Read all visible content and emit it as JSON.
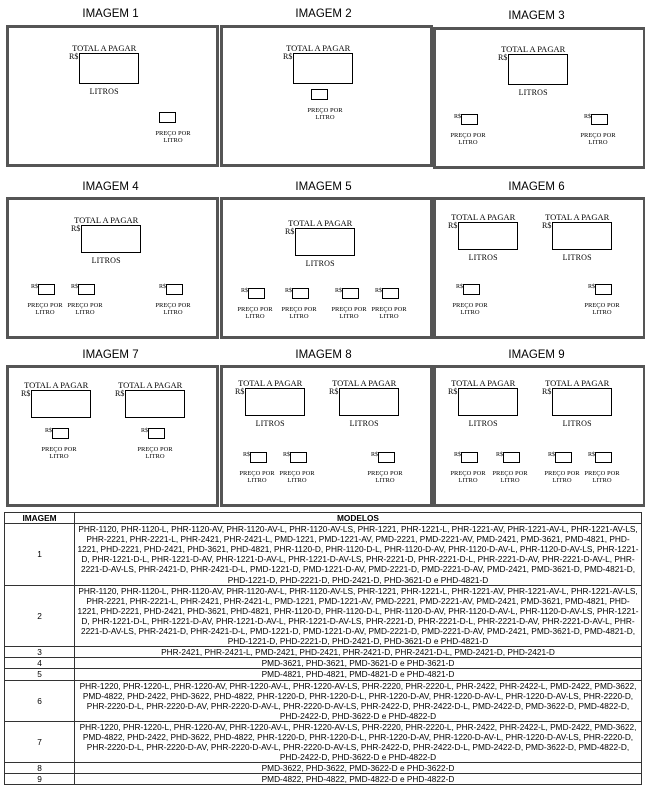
{
  "captions": [
    "IMAGEM 1",
    "IMAGEM 2",
    "IMAGEM 3",
    "IMAGEM 4",
    "IMAGEM 5",
    "IMAGEM 6",
    "IMAGEM 7",
    "IMAGEM 8",
    "IMAGEM 9"
  ],
  "labels": {
    "total": "TOTAL A PAGAR",
    "currency": "R$",
    "litros": "LITROS",
    "preco1": "PREÇO POR",
    "preco2": "LITRO"
  },
  "table": {
    "headers": [
      "IMAGEM",
      "MODELOS"
    ],
    "rows": [
      {
        "imagem": "1",
        "modelos": "PHR-1120, PHR-1120-L, PHR-1120-AV, PHR-1120-AV-L, PHR-1120-AV-LS, PHR-1221, PHR-1221-L, PHR-1221-AV, PHR-1221-AV-L, PHR-1221-AV-LS, PHR-2221, PHR-2221-L, PHR-2421, PHR-2421-L, PMD-1221, PMD-1221-AV, PMD-2221, PMD-2221-AV, PMD-2421, PMD-3621, PMD-4821, PHD-1221, PHD-2221, PHD-2421, PHD-3621, PHD-4821, PHR-1120-D, PHR-1120-D-L, PHR-1120-D-AV, PHR-1120-D-AV-L, PHR-1120-D-AV-LS, PHR-1221-D, PHR-1221-D-L, PHR-1221-D-AV, PHR-1221-D-AV-L, PHR-1221-D-AV-LS, PHR-2221-D, PHR-2221-D-L, PHR-2221-D-AV, PHR-2221-D-AV-L, PHR-2221-D-AV-LS, PHR-2421-D, PHR-2421-D-L, PMD-1221-D, PMD-1221-D-AV, PMD-2221-D, PMD-2221-D-AV, PMD-2421, PMD-3621-D, PMD-4821-D, PHD-1221-D, PHD-2221-D, PHD-2421-D, PHD-3621-D e PHD-4821-D"
      },
      {
        "imagem": "2",
        "modelos": "PHR-1120, PHR-1120-L, PHR-1120-AV, PHR-1120-AV-L, PHR-1120-AV-LS, PHR-1221, PHR-1221-L, PHR-1221-AV, PHR-1221-AV-L, PHR-1221-AV-LS, PHR-2221, PHR-2221-L, PHR-2421, PHR-2421-L, PMD-1221, PMD-1221-AV, PMD-2221, PMD-2221-AV, PMD-2421, PMD-3621, PMD-4821, PHD-1221, PHD-2221, PHD-2421, PHD-3621, PHD-4821, PHR-1120-D, PHR-1120-D-L, PHR-1120-D-AV, PHR-1120-D-AV-L, PHR-1120-D-AV-LS, PHR-1221-D, PHR-1221-D-L, PHR-1221-D-AV, PHR-1221-D-AV-L, PHR-1221-D-AV-LS, PHR-2221-D, PHR-2221-D-L, PHR-2221-D-AV, PHR-2221-D-AV-L, PHR-2221-D-AV-LS, PHR-2421-D, PHR-2421-D-L, PMD-1221-D, PMD-1221-D-AV, PMD-2221-D, PMD-2221-D-AV, PMD-2421, PMD-3621-D, PMD-4821-D, PHD-1221-D, PHD-2221-D, PHD-2421-D, PHD-3621-D e PHD-4821-D"
      },
      {
        "imagem": "3",
        "modelos": "PHR-2421, PHR-2421-L, PMD-2421, PHD-2421, PHR-2421-D, PHR-2421-D-L, PMD-2421-D, PHD-2421-D"
      },
      {
        "imagem": "4",
        "modelos": "PMD-3621, PHD-3621, PMD-3621-D e PHD-3621-D"
      },
      {
        "imagem": "5",
        "modelos": "PMD-4821, PHD-4821, PMD-4821-D e PHD-4821-D"
      },
      {
        "imagem": "6",
        "modelos": "PHR-1220, PHR-1220-L, PHR-1220-AV, PHR-1220-AV-L, PHR-1220-AV-LS, PHR-2220, PHR-2220-L, PHR-2422, PHR-2422-L, PMD-2422, PMD-3622, PMD-4822, PHD-2422, PHD-3622, PHD-4822, PHR-1220-D, PHR-1220-D-L, PHR-1220-D-AV, PHR-1220-D-AV-L, PHR-1220-D-AV-LS, PHR-2220-D, PHR-2220-D-L, PHR-2220-D-AV, PHR-2220-D-AV-L, PHR-2220-D-AV-LS, PHR-2422-D, PHR-2422-D-L, PMD-2422-D, PMD-3622-D, PMD-4822-D, PHD-2422-D, PHD-3622-D e PHD-4822-D"
      },
      {
        "imagem": "7",
        "modelos": "PHR-1220, PHR-1220-L, PHR-1220-AV, PHR-1220-AV-L, PHR-1220-AV-LS, PHR-2220, PHR-2220-L, PHR-2422, PHR-2422-L, PMD-2422, PMD-3622, PMD-4822, PHD-2422, PHD-3622, PHD-4822, PHR-1220-D, PHR-1220-D-L, PHR-1220-D-AV, PHR-1220-D-AV-L, PHR-1220-D-AV-LS, PHR-2220-D, PHR-2220-D-L, PHR-2220-D-AV, PHR-2220-D-AV-L, PHR-2220-D-AV-LS, PHR-2422-D, PHR-2422-D-L, PMD-2422-D, PMD-3622-D, PMD-4822-D, PHD-2422-D, PHD-3622-D e PHD-4822-D"
      },
      {
        "imagem": "8",
        "modelos": "PMD-3622, PHD-3622, PMD-3622-D e PHD-3622-D"
      },
      {
        "imagem": "9",
        "modelos": "PMD-4822, PHD-4822, PMD-4822-D e PHD-4822-D"
      }
    ]
  }
}
